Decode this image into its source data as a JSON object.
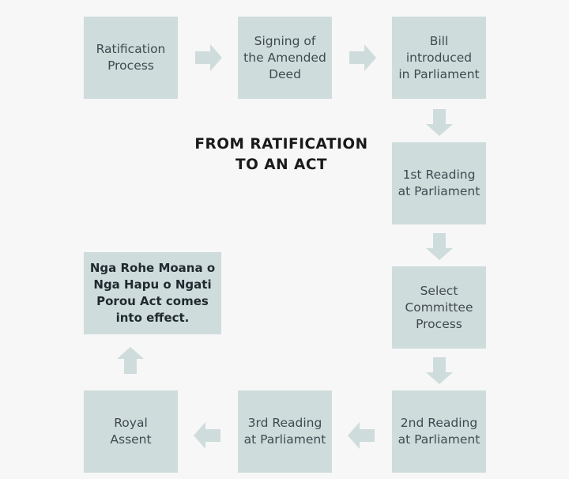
{
  "title": "FROM RATIFICATION\nTO AN ACT",
  "steps": [
    {
      "label": "Ratification\nProcess"
    },
    {
      "label": "Signing of\nthe Amended\nDeed"
    },
    {
      "label": "Bill\nintroduced\nin Parliament"
    },
    {
      "label": "1st Reading\nat Parliament"
    },
    {
      "label": "Select\nCommittee\nProcess"
    },
    {
      "label": "2nd Reading\nat Parliament"
    },
    {
      "label": "3rd Reading\nat Parliament"
    },
    {
      "label": "Royal\nAssent"
    },
    {
      "label": "Nga Rohe Moana o\nNga Hapu o Ngati\nPorou Act comes\ninto effect."
    }
  ],
  "colors": {
    "box_fill": "#cfdcdc",
    "arrow_fill": "#cfdcdc",
    "box_text": "#3f4a4f",
    "title_text": "#1a1a1a",
    "background": "#f7f7f7"
  }
}
